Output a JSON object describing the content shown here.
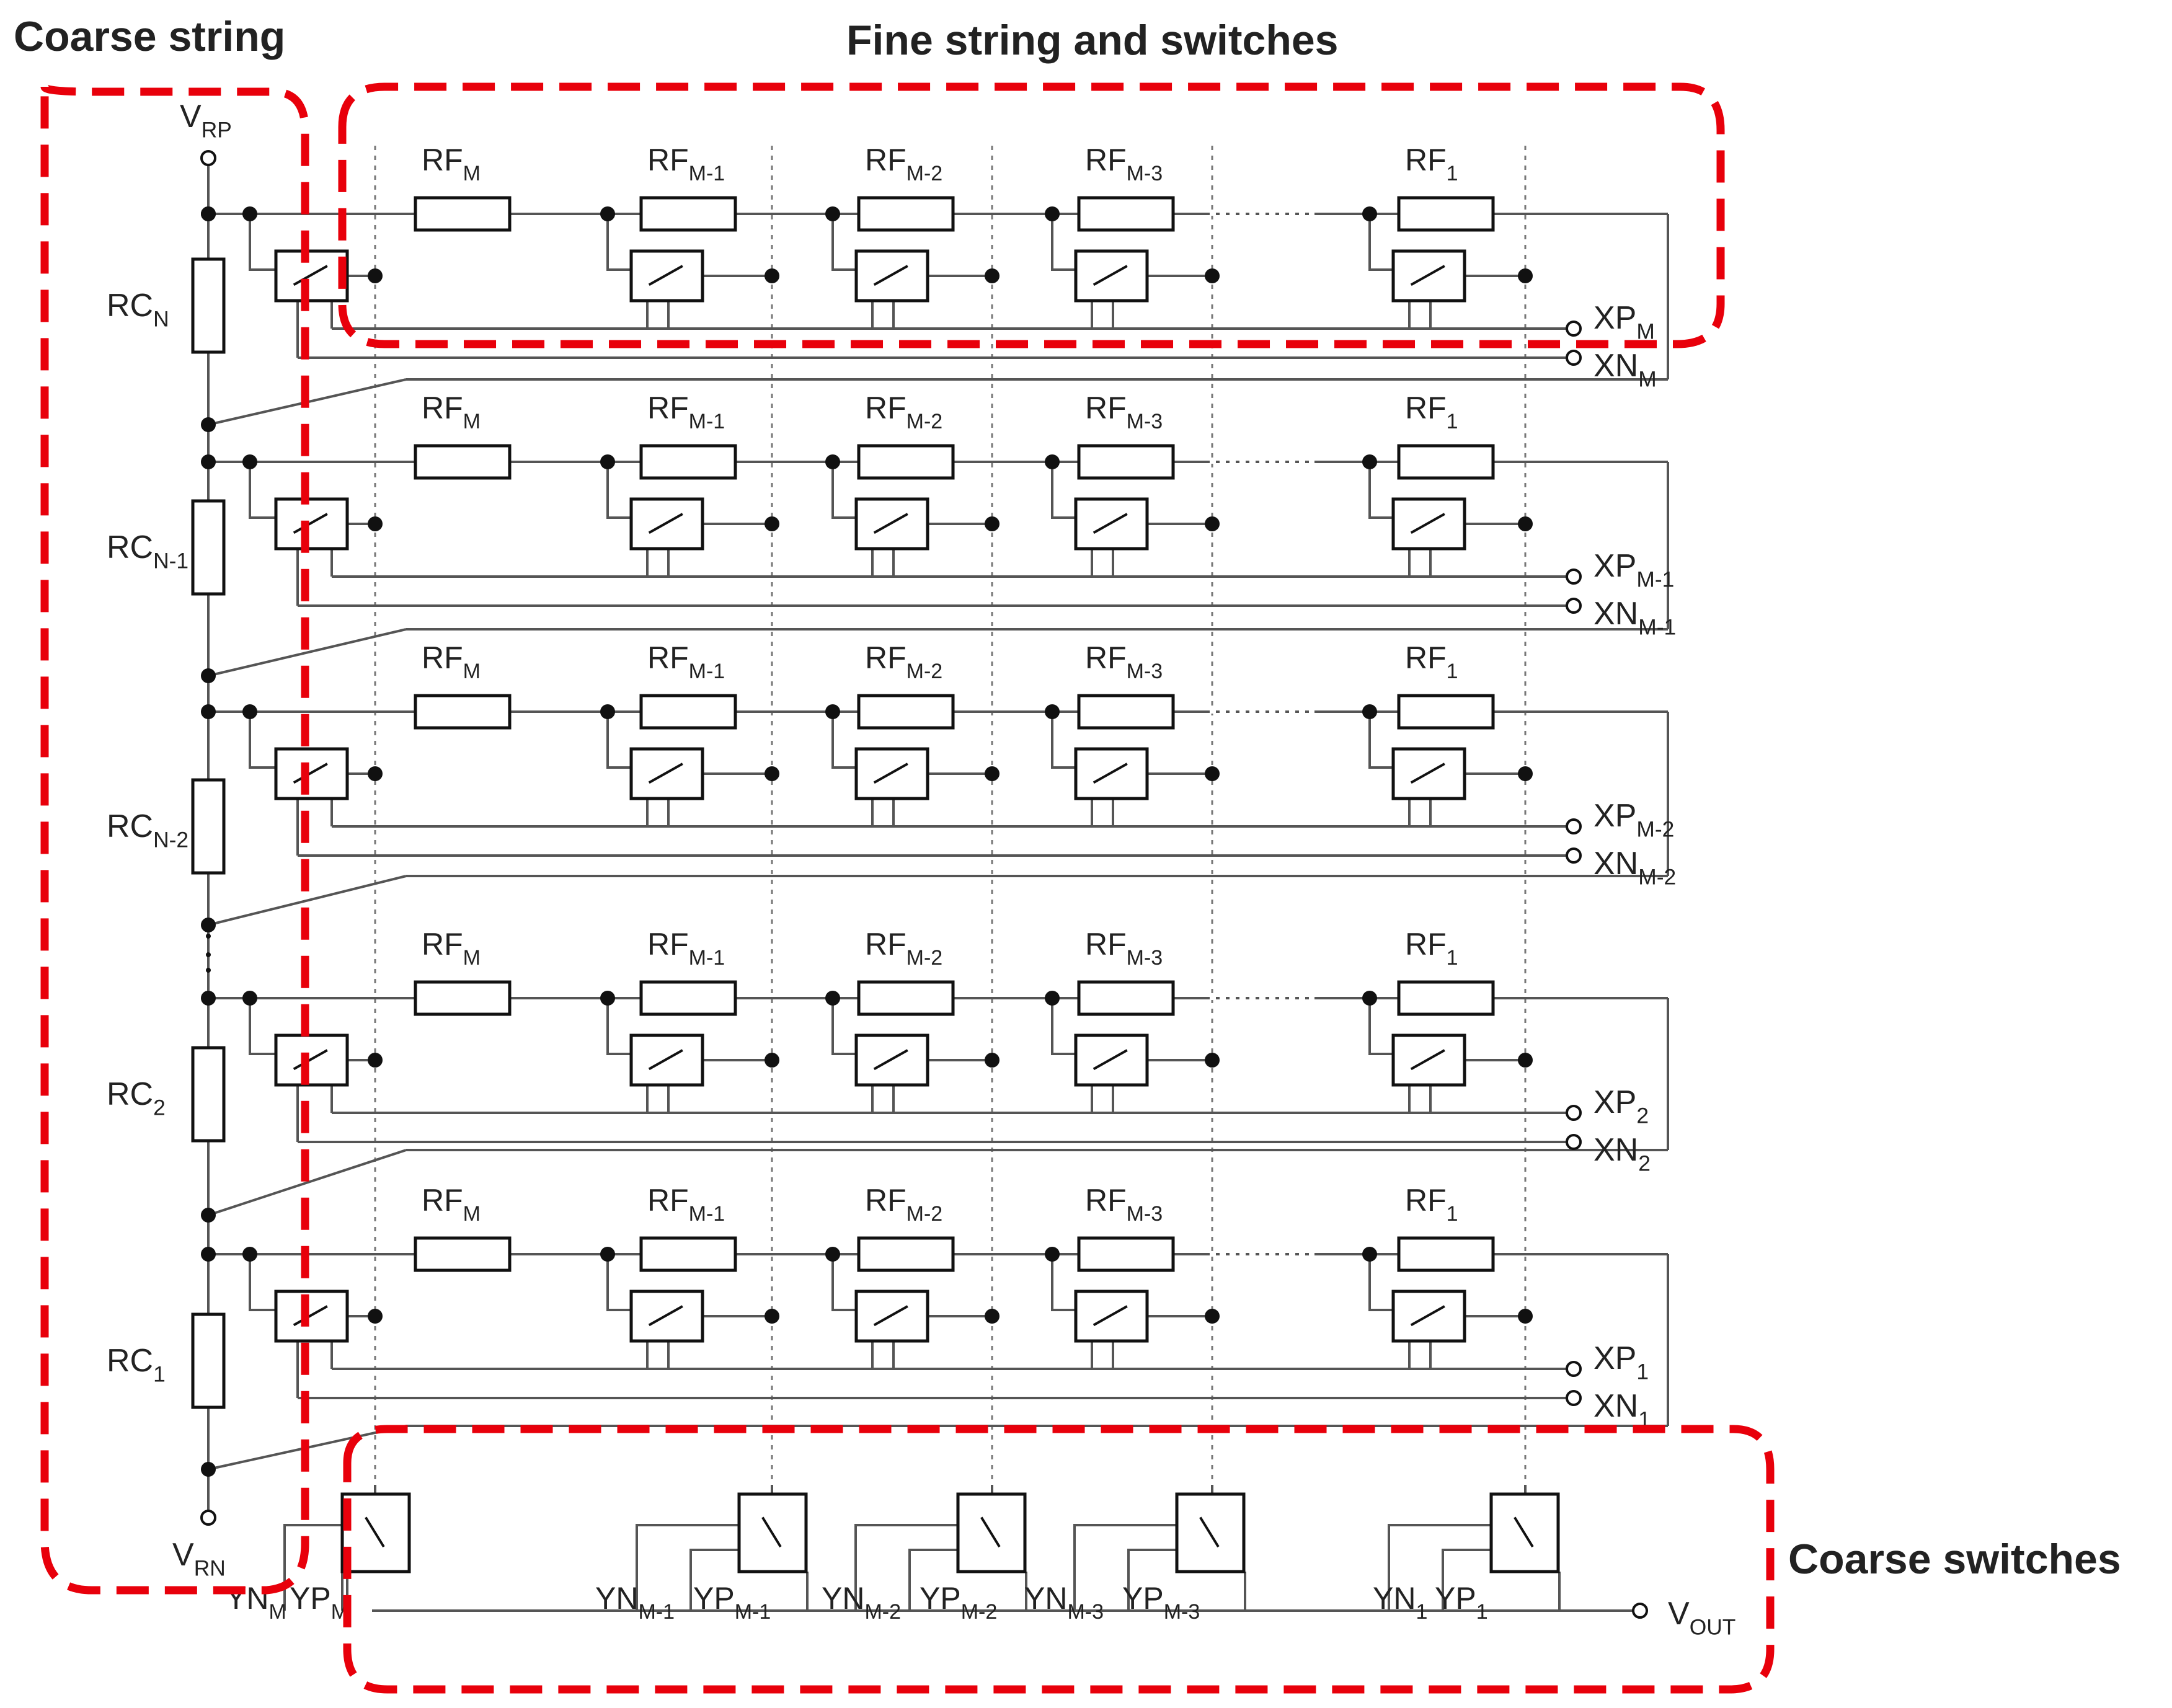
{
  "headings": {
    "coarse_string": "Coarse string",
    "fine_string": "Fine string and switches",
    "coarse_switches": "Coarse switches"
  },
  "rows": [
    {
      "coarse_resistor": {
        "main": "RC",
        "sub": "N"
      },
      "outputs": [
        {
          "main": "XP",
          "sub": "M"
        },
        {
          "main": "XN",
          "sub": "M"
        }
      ]
    },
    {
      "coarse_resistor": {
        "main": "RC",
        "sub": "N-1"
      },
      "outputs": [
        {
          "main": "XP",
          "sub": "M-1"
        },
        {
          "main": "XN",
          "sub": "M-1"
        }
      ]
    },
    {
      "coarse_resistor": {
        "main": "RC",
        "sub": "N-2"
      },
      "outputs": [
        {
          "main": "XP",
          "sub": "M-2"
        },
        {
          "main": "XN",
          "sub": "M-2"
        }
      ]
    },
    {
      "coarse_resistor": {
        "main": "RC",
        "sub": "2"
      },
      "outputs": [
        {
          "main": "XP",
          "sub": "2"
        },
        {
          "main": "XN",
          "sub": "2"
        }
      ]
    },
    {
      "coarse_resistor": {
        "main": "RC",
        "sub": "1"
      },
      "outputs": [
        {
          "main": "XP",
          "sub": "1"
        },
        {
          "main": "XN",
          "sub": "1"
        }
      ]
    }
  ],
  "fine_resistors": [
    {
      "main": "RF",
      "sub": "M"
    },
    {
      "main": "RF",
      "sub": "M-1"
    },
    {
      "main": "RF",
      "sub": "M-2"
    },
    {
      "main": "RF",
      "sub": "M-3"
    },
    {
      "main": "RF",
      "sub": "1"
    }
  ],
  "terminals": {
    "vrp": {
      "main": "V",
      "sub": "RP"
    },
    "vrn": {
      "main": "V",
      "sub": "RN"
    },
    "vout": {
      "main": "V",
      "sub": "OUT"
    }
  },
  "coarse_switch_controls": [
    [
      {
        "main": "YN",
        "sub": "M"
      },
      {
        "main": "YP",
        "sub": "M"
      }
    ],
    [
      {
        "main": "YN",
        "sub": "M-1"
      },
      {
        "main": "YP",
        "sub": "M-1"
      }
    ],
    [
      {
        "main": "YN",
        "sub": "M-2"
      },
      {
        "main": "YP",
        "sub": "M-2"
      }
    ],
    [
      {
        "main": "YN",
        "sub": "M-3"
      },
      {
        "main": "YP",
        "sub": "M-3"
      }
    ],
    [
      {
        "main": "YN",
        "sub": "1"
      },
      {
        "main": "YP",
        "sub": "1"
      }
    ]
  ],
  "colors": {
    "wire": "#555555",
    "dashed_frame": "#e8000b",
    "heading": "#4f4f4f"
  }
}
